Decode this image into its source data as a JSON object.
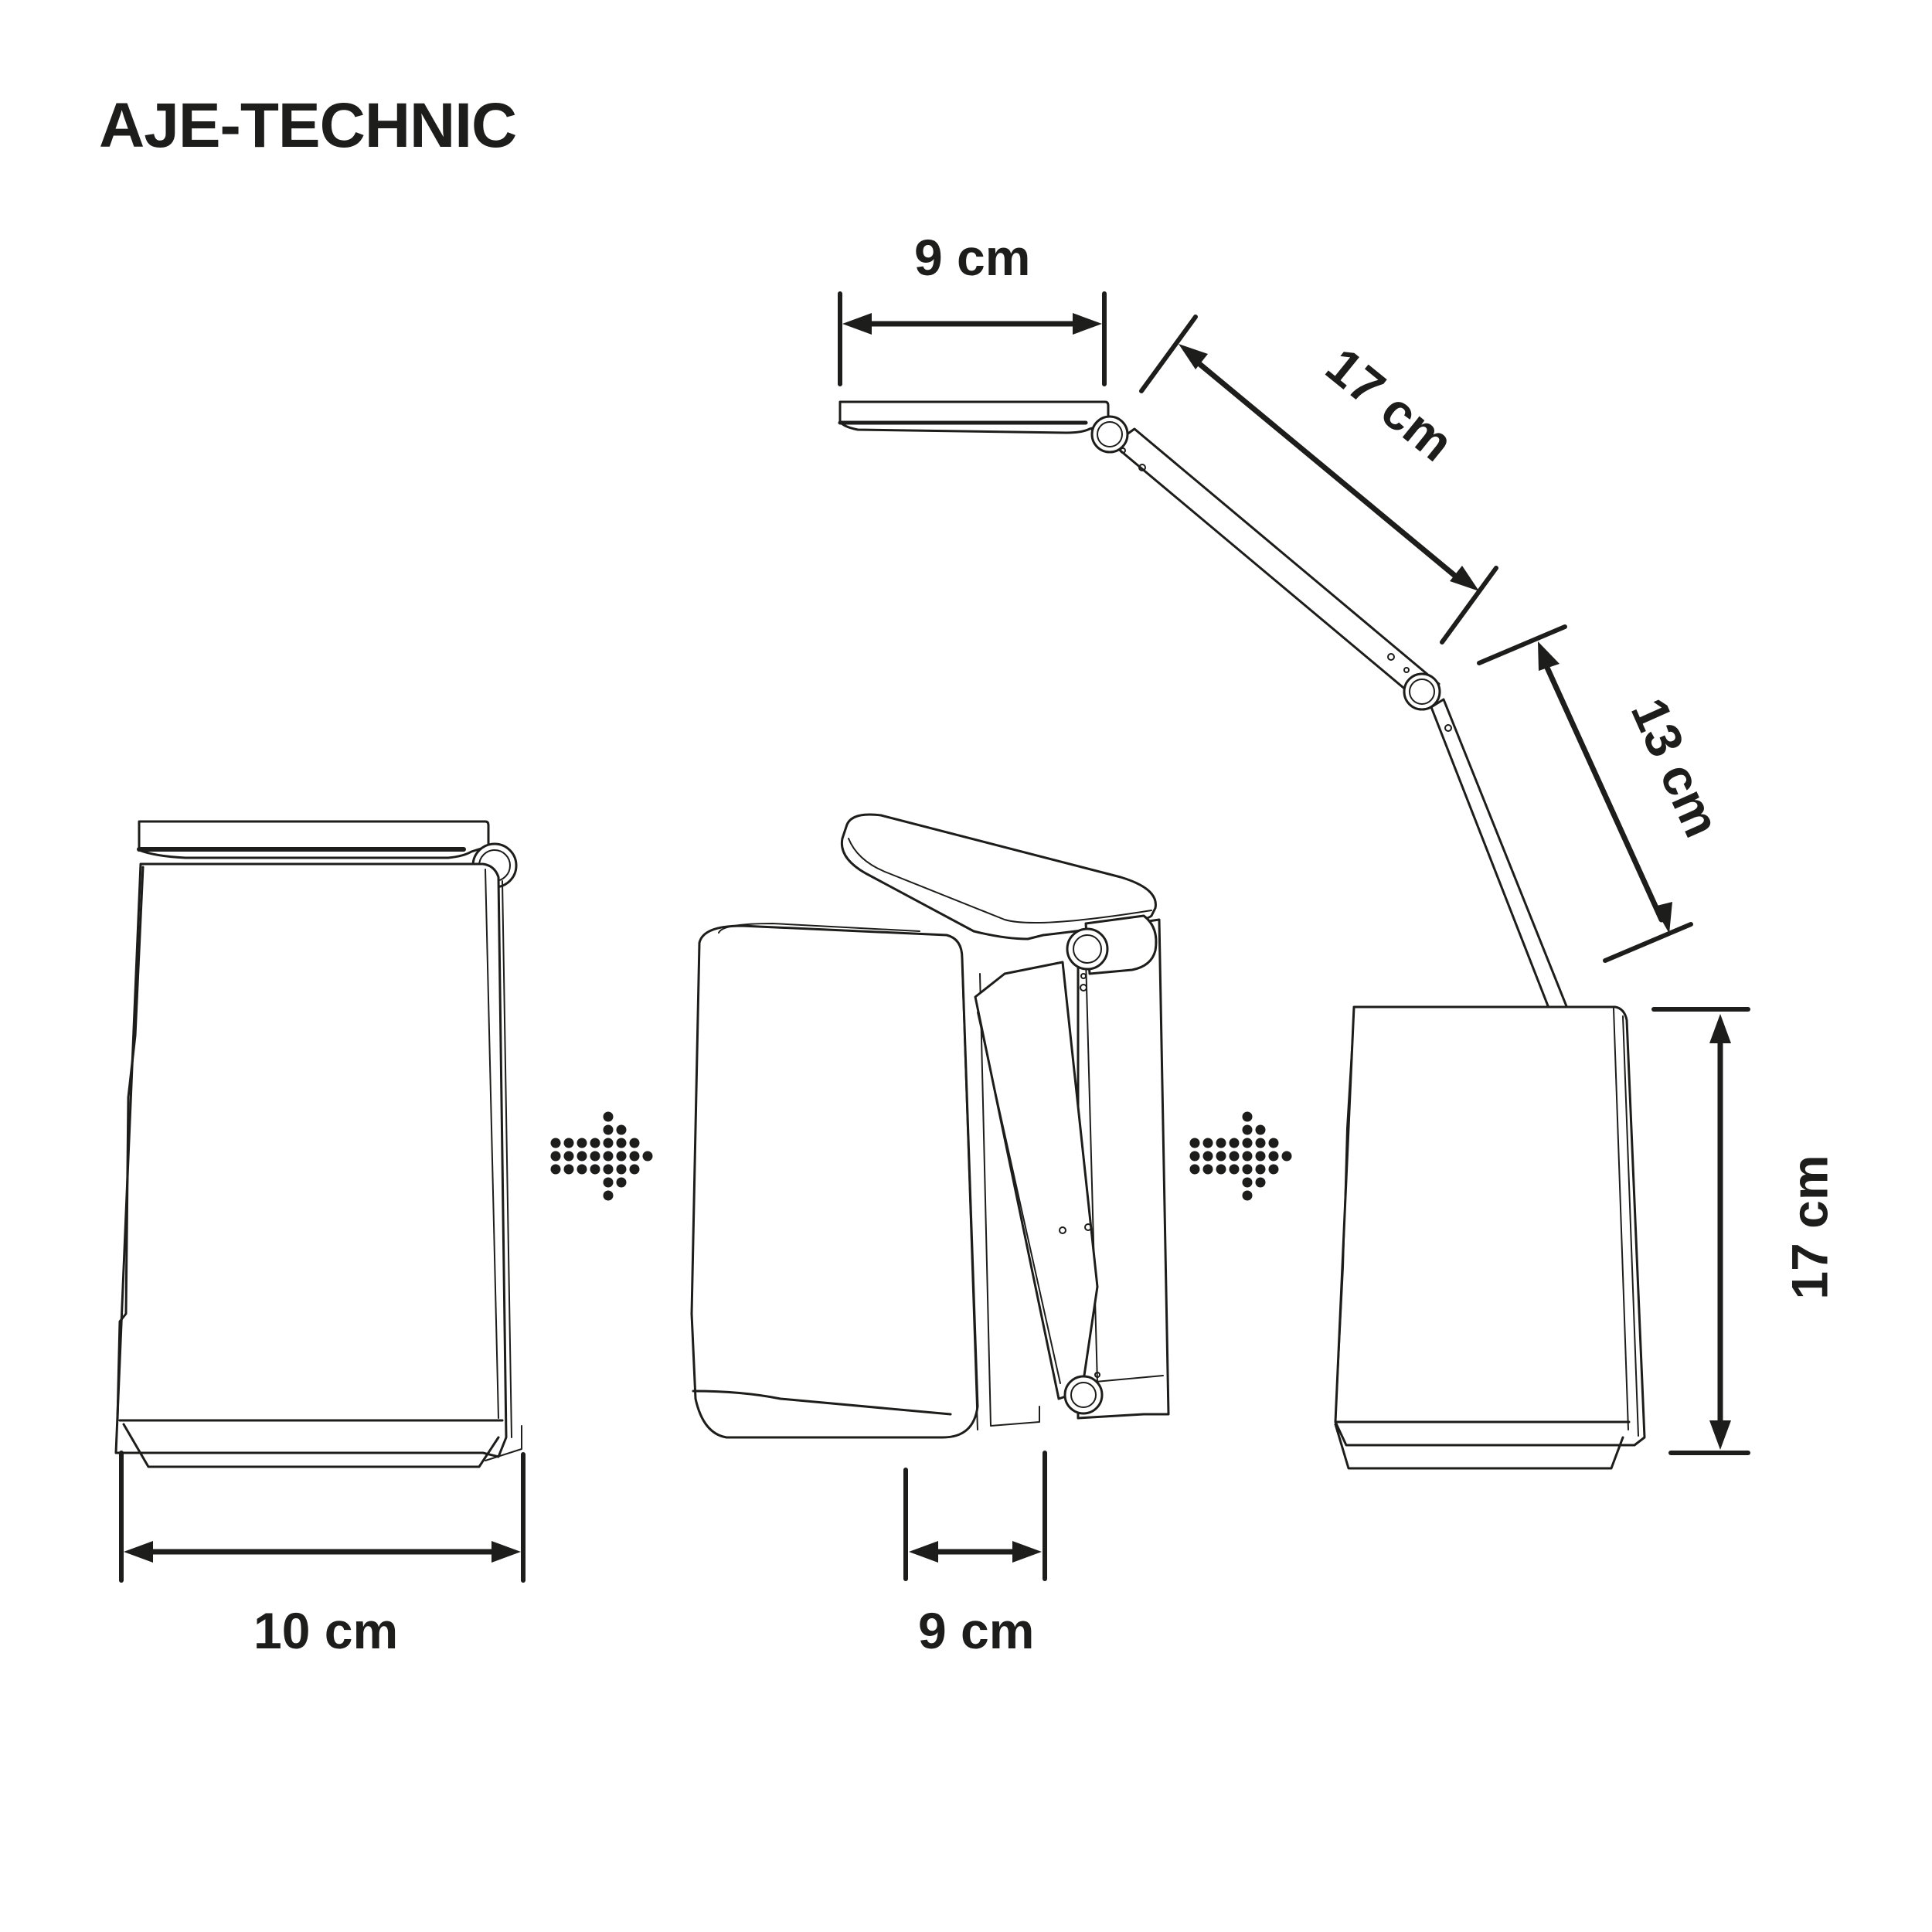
{
  "brand": {
    "title": "AJE-TECHNIC"
  },
  "figures": [
    {
      "id": "folded",
      "description": "Lamp folded closed, side view"
    },
    {
      "id": "unfolding",
      "description": "Lamp head lifting, arms unfolding, perspective view"
    },
    {
      "id": "extended",
      "description": "Lamp fully extended, side view"
    }
  ],
  "transition_arrows": [
    {
      "id": "arrow-1",
      "icon": "dotted-right-arrow"
    },
    {
      "id": "arrow-2",
      "icon": "dotted-right-arrow"
    }
  ],
  "dimensions": {
    "folded_width": {
      "label": "10 cm",
      "value": 10,
      "unit": "cm",
      "orientation": "horizontal"
    },
    "unfolding_depth": {
      "label": "9 cm",
      "value": 9,
      "unit": "cm",
      "orientation": "horizontal"
    },
    "head_width": {
      "label": "9 cm",
      "value": 9,
      "unit": "cm",
      "orientation": "horizontal"
    },
    "upper_arm": {
      "label": "17 cm",
      "value": 17,
      "unit": "cm",
      "orientation": "diagonal"
    },
    "lower_arm": {
      "label": "13 cm",
      "value": 13,
      "unit": "cm",
      "orientation": "diagonal"
    },
    "base_height": {
      "label": "17 cm",
      "value": 17,
      "unit": "cm",
      "orientation": "vertical"
    }
  },
  "colors": {
    "ink": "#1d1d1b",
    "background": "#ffffff"
  }
}
